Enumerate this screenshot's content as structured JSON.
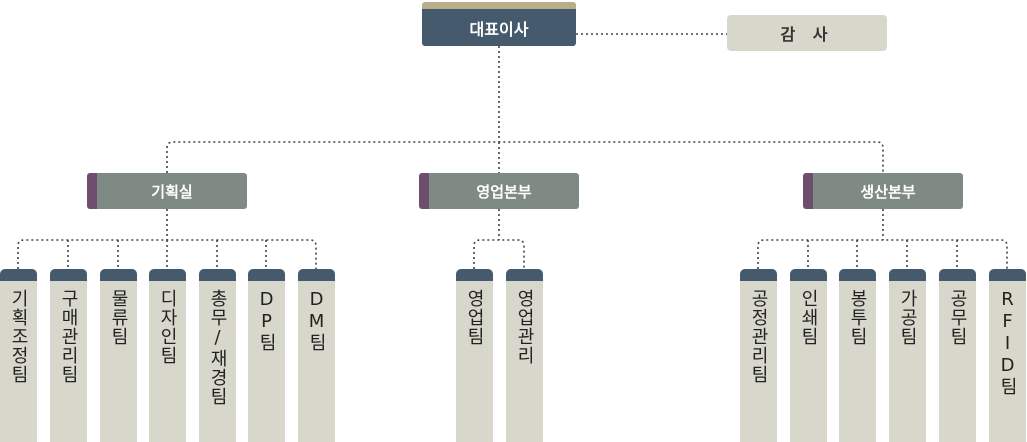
{
  "ceo": "대표이사",
  "audit": "감 사",
  "departments": {
    "planning": "기획실",
    "sales": "영업본부",
    "production": "생산본부"
  },
  "teams": {
    "planning": [
      "기획조정팀",
      "구매관리팀",
      "물류팀",
      "디자인팀",
      "총무/재경팀",
      "DP팀",
      "DM팀"
    ],
    "sales": [
      "영업팀",
      "영업관리"
    ],
    "production": [
      "공정관리팀",
      "인쇄팀",
      "봉투팀",
      "가공팀",
      "공무팀",
      "RFID팀"
    ]
  },
  "colors": {
    "ceo_box": "#455a6c",
    "ceo_accent": "#b8ae8a",
    "dept_box": "#7f8a84",
    "dept_accent": "#6e4d6d",
    "team_box": "#d7d7cb",
    "team_cap": "#455a6c",
    "connector": "#444444"
  }
}
